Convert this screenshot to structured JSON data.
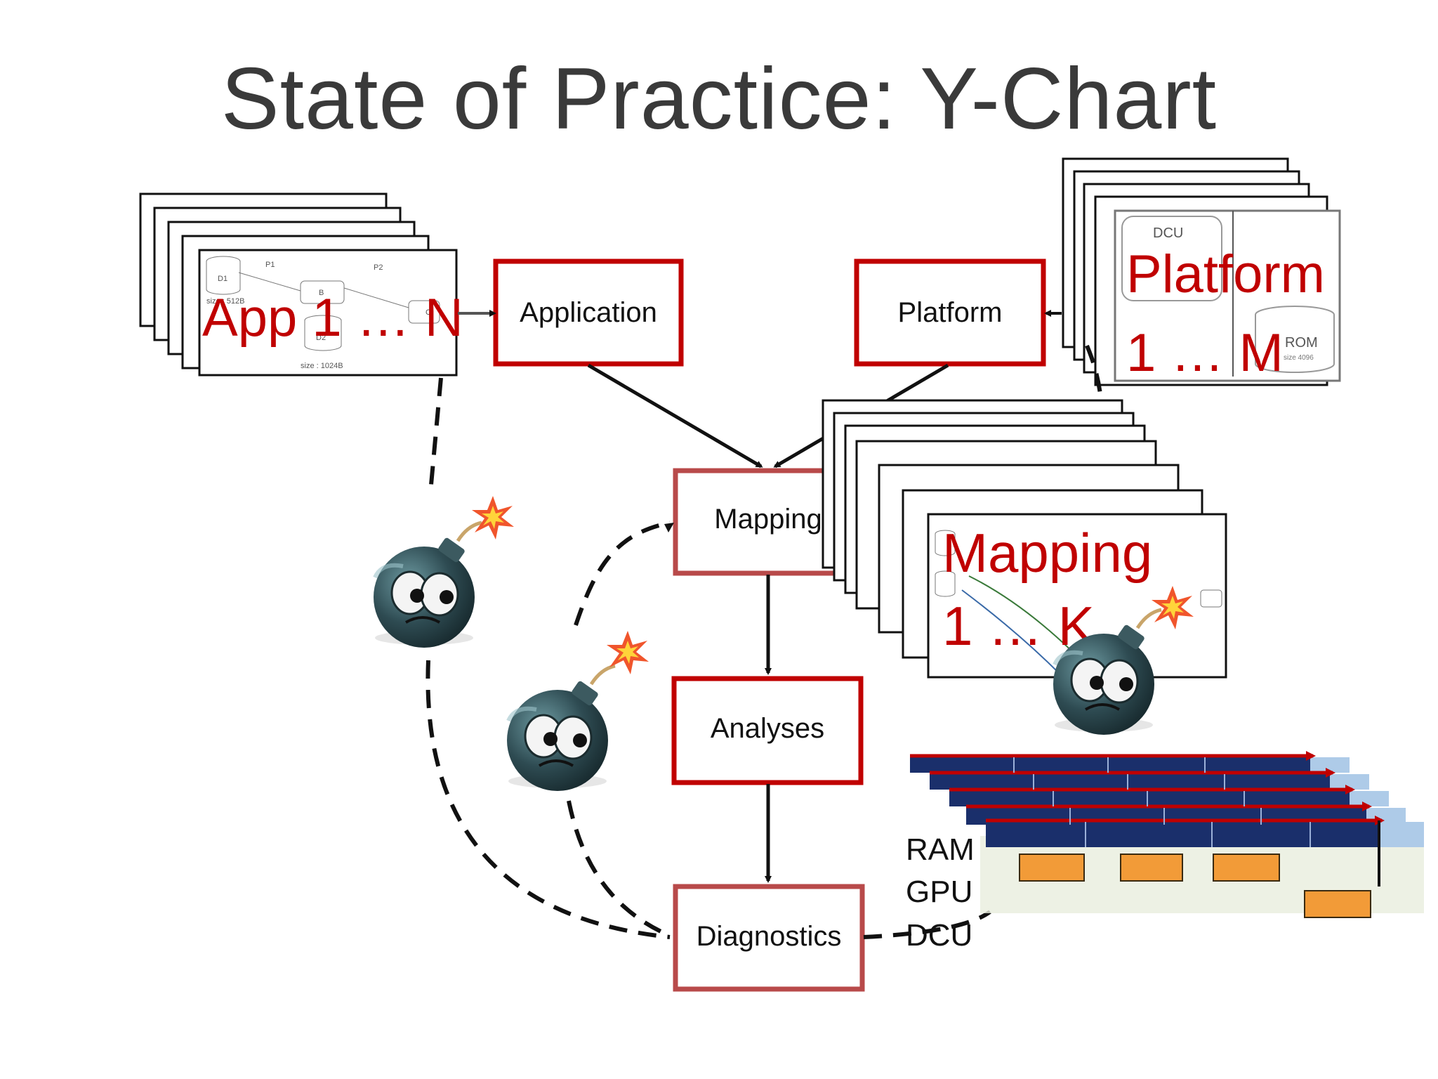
{
  "title": "State of Practice: Y-Chart",
  "flow_boxes": {
    "application": "Application",
    "platform": "Platform",
    "mapping": "Mapping",
    "analyses": "Analyses",
    "diagnostics": "Diagnostics"
  },
  "stack_labels": {
    "app_line": "App 1 … N",
    "platform_line1": "Platform",
    "platform_line2": "1 … M",
    "mapping_line1": "Mapping",
    "mapping_line2": "1 … K"
  },
  "app_card_text": {
    "d1": "D1",
    "d2": "D2",
    "p1": "P1",
    "p2": "P2",
    "b": "B",
    "c": "C",
    "size_512": "size : 512B",
    "size_1024": "size : 1024B"
  },
  "platform_card_text": {
    "dcu": "DCU",
    "rom": "ROM",
    "rom_size": "size 4096"
  },
  "hardware_labels": [
    "RAM",
    "GPU",
    "DCU"
  ],
  "colors": {
    "accent_red": "#c00000",
    "box_border_dark": "#c00000",
    "box_border_light": "#b84a4a",
    "bomb_body": "#2e4b52",
    "bar_navy": "#1a2f6b",
    "bar_light": "#aecbe8",
    "block_orange": "#f29b38"
  },
  "icons": [
    "bomb-icon",
    "explosion-spark-icon"
  ]
}
